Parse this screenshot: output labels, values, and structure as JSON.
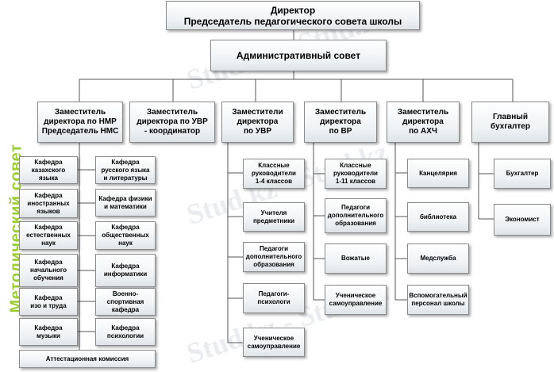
{
  "side_label": "Методический совет",
  "watermark": "Stud.kz - Stud.kz",
  "director": "Директор\nПредседатель педагогического совета школы",
  "admin_council": "Административный совет",
  "deputies": {
    "nmr": "Заместитель\nдиректора по НМР\nПредседатель НМС",
    "uvr_coord": "Заместитель\nдиректора по УВР\n- координатор",
    "uvr": "Заместители\nдиректора\nпо УВР",
    "vr": "Заместитель\nдиректора\nпо ВР",
    "ahch": "Заместитель\nдиректора\nпо АХЧ",
    "accountant": "Главный\nбухгалтер"
  },
  "departments_left": [
    "Кафедра\nказахского\nязыка",
    "Кафедра\nиностранных\nязыков",
    "Кафедра\nестественных\nнаук",
    "Кафедра\nначального\nобучения",
    "Кафедра\nизо и труда",
    "Кафедра\nмузыки"
  ],
  "departments_right": [
    "Кафедра\nрусского языка\nи литературы",
    "Кафедра физики\nи математики",
    "Кафедра\nобщественных\nнаук",
    "Кафедра\nинформатики",
    "Военно-\nспортивная\nкафедра",
    "Кафедра\nпсихологии"
  ],
  "attestation": "Аттестационная комиссия",
  "uvr_items": [
    "Классные\nруководители\n1-4 классов",
    "Учителя\nпредметники",
    "Педагоги\nдополнительного\nобразования",
    "Педагоги-\nпсихологи",
    "Ученическое\nсамоуправление"
  ],
  "vr_items": [
    "Классные\nруководители\n1-11 классов",
    "Педагоги\nдополнительного\nобразования",
    "Вожатые",
    "Ученическое\nсамоуправление"
  ],
  "ahch_items": [
    "Канцелярия",
    "библиотека",
    "Медслужба",
    "Вспомогательный\nперсонал школы"
  ],
  "acc_items": [
    "Бухгалтер",
    "Экономист"
  ]
}
